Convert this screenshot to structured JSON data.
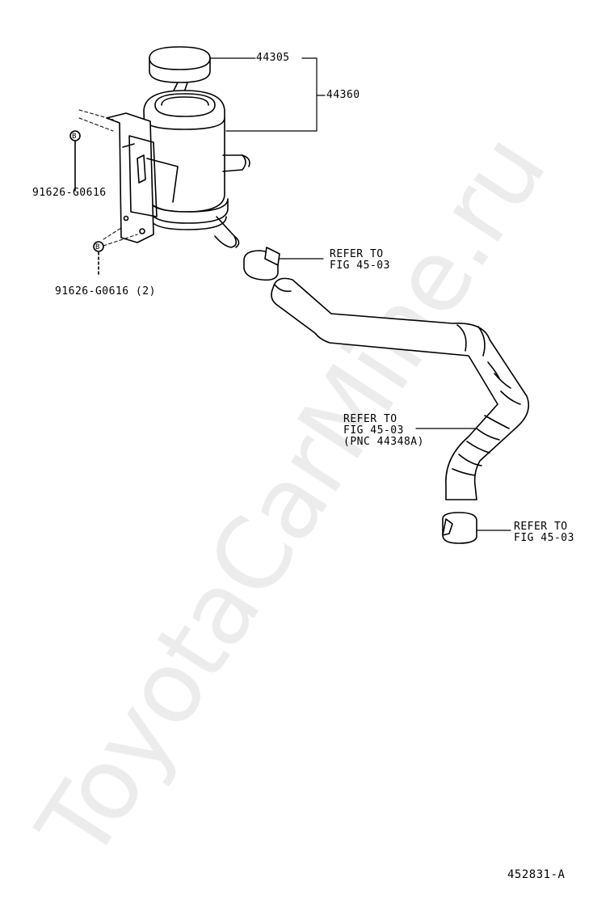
{
  "watermark": "ToyotaCarMine.ru",
  "labels": {
    "cap": "44305",
    "reservoir": "44360",
    "bolt_upper": "91626-G0616",
    "bolt_lower": "91626-G0616 (2)",
    "clamp_upper_ref": [
      "REFER TO",
      "FIG 45-03"
    ],
    "hose_ref": [
      "REFER TO",
      "FIG 45-03",
      "(PNC 44348A)"
    ],
    "clamp_lower_ref": [
      "REFER TO",
      "FIG 45-03"
    ]
  },
  "bolt_marker": "B",
  "diagram_id": "452831-A"
}
